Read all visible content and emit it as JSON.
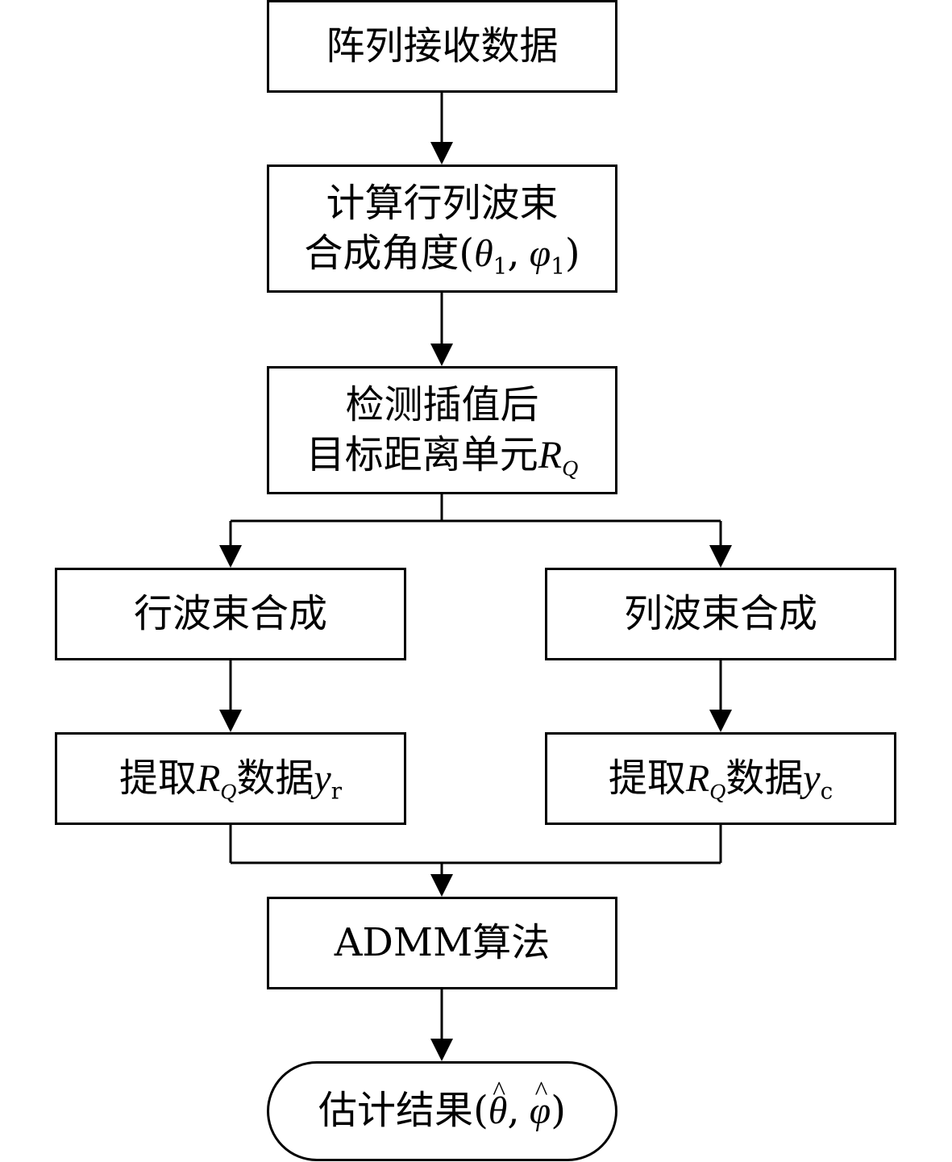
{
  "nodes": {
    "receive": {
      "text": "阵列接收数据"
    },
    "compute": {
      "line1": "计算行列波束",
      "line2_text": "合成角度",
      "sym1": "θ",
      "sub1": "1",
      "sym2": "φ",
      "sub2": "1"
    },
    "detect": {
      "line1": "检测插值后",
      "line2_text": "目标距离单元",
      "sym": "R",
      "sub": "Q"
    },
    "row_beam": {
      "text": "行波束合成"
    },
    "col_beam": {
      "text": "列波束合成"
    },
    "extract_row": {
      "text1": "提取",
      "sym": "R",
      "sub": "Q",
      "text2": "数据",
      "var": "y",
      "var_sub": "r"
    },
    "extract_col": {
      "text1": "提取",
      "sym": "R",
      "sub": "Q",
      "text2": "数据",
      "var": "y",
      "var_sub": "c"
    },
    "admm": {
      "text": "ADMM算法"
    },
    "result": {
      "text": "估计结果",
      "sym1": "θ",
      "sym2": "φ"
    }
  },
  "colors": {
    "stroke": "#000000",
    "fill": "#ffffff"
  }
}
